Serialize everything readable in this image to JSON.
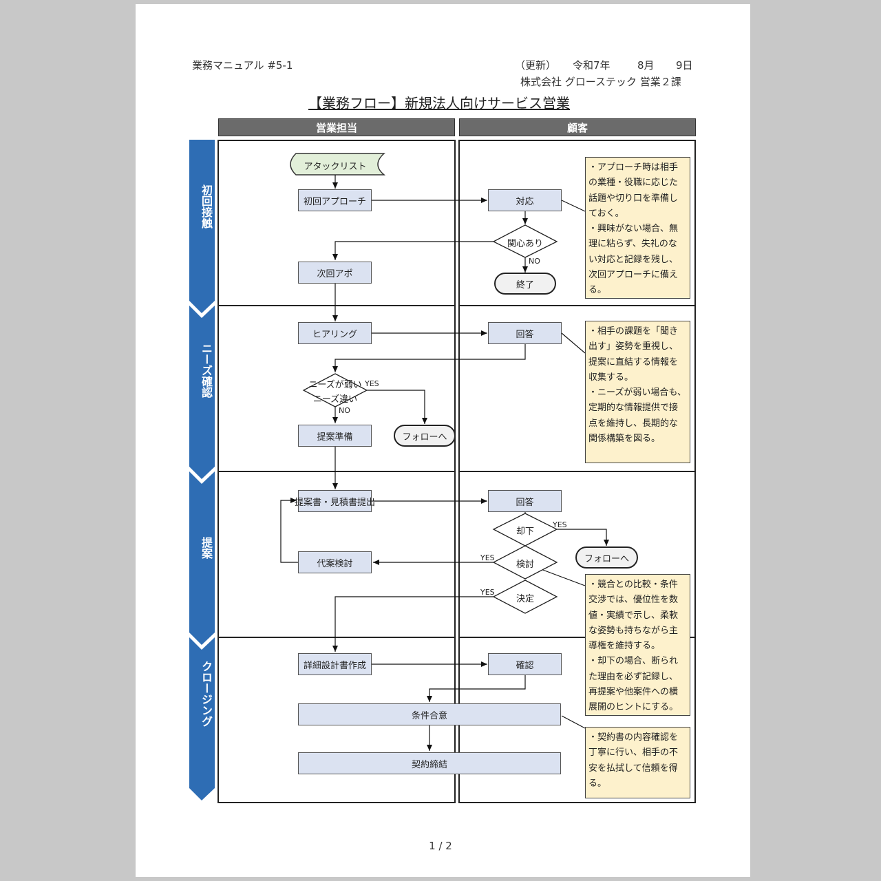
{
  "header": {
    "manual_id": "業務マニュアル #5-1",
    "update_label": "（更新）",
    "era": "令和",
    "year": "7年",
    "month": "8月",
    "day": "9日",
    "company": "株式会社 グローステック 営業２課"
  },
  "title": "【業務フロー】新規法人向けサービス営業",
  "lanes": {
    "sales": "営業担当",
    "customer": "顧客"
  },
  "phases": [
    "初回接触",
    "ニーズ確認",
    "提案",
    "クロージング"
  ],
  "nodes": {
    "attack_list": "アタックリスト",
    "first_approach": "初回アプローチ",
    "respond": "対応",
    "interested": "関心あり",
    "end": "終了",
    "next_appt": "次回アポ",
    "hearing": "ヒアリング",
    "answer1": "回答",
    "needs_check_line1": "ニーズが弱い",
    "needs_check_line2": "ニーズ違い",
    "prep": "提案準備",
    "follow1": "フォローへ",
    "submit": "提案書・見積書提出",
    "answer2": "回答",
    "reject": "却下",
    "follow2": "フォローへ",
    "alt": "代案検討",
    "consider": "検討",
    "decide": "決定",
    "design": "詳細設計書作成",
    "confirm": "確認",
    "agree": "条件合意",
    "contract": "契約締結"
  },
  "edge_labels": {
    "yes": "YES",
    "no": "NO"
  },
  "notes": {
    "n1": [
      "・アプローチ時は相手",
      "の業種・役職に応じた",
      "話題や切り口を準備し",
      "ておく。",
      "・興味がない場合、無",
      "理に粘らず、失礼のな",
      "い対応と記録を残し、",
      "次回アプローチに備え",
      "る。"
    ],
    "n2": [
      "・相手の課題を「聞き",
      "出す」姿勢を重視し、",
      "提案に直結する情報を",
      "収集する。",
      "・ニーズが弱い場合も、",
      "定期的な情報提供で接",
      "点を維持し、長期的な",
      "関係構築を図る。"
    ],
    "n3": [
      "・競合との比較・条件",
      "交渉では、優位性を数",
      "値・実績で示し、柔軟",
      "な姿勢も持ちながら主",
      "導権を維持する。",
      "・却下の場合、断られ",
      "た理由を必ず記録し、",
      "再提案や他案件への横",
      "展開のヒントにする。"
    ],
    "n4": [
      "・契約書の内容確認を",
      "丁寧に行い、相手の不",
      "安を払拭して信頼を得",
      "る。"
    ]
  },
  "footer": "1 / 2",
  "colors": {
    "phase": "#2e6db4",
    "box": "#dbe2f1",
    "note": "#fdf1cc",
    "lane_header": "#6b6b6b",
    "start": "#e2efd9"
  }
}
